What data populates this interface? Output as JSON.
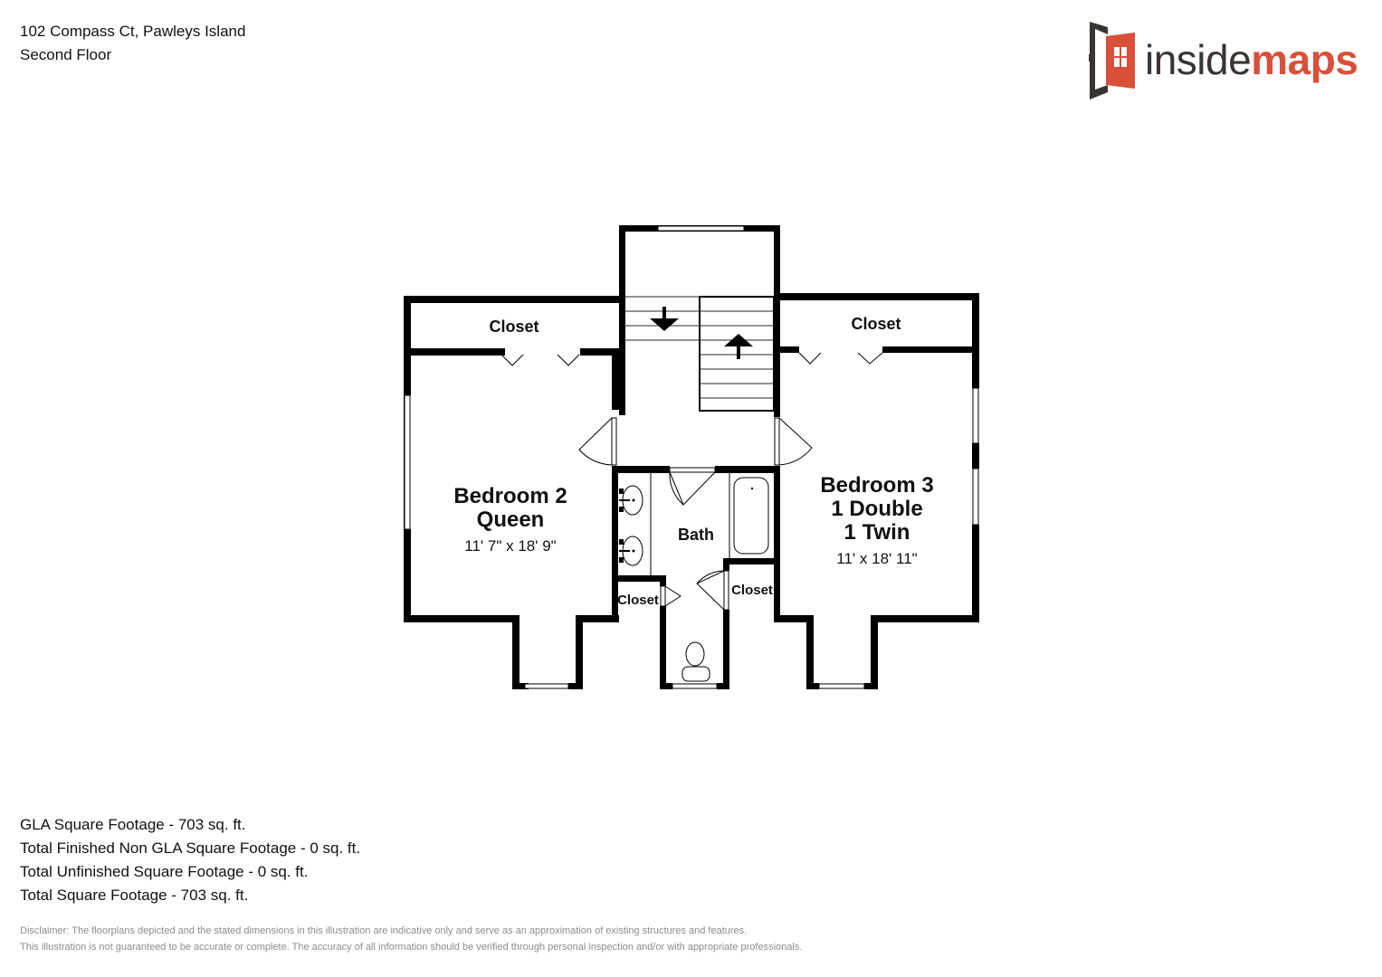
{
  "header": {
    "address": "102 Compass Ct, Pawleys Island",
    "floor": "Second Floor"
  },
  "logo": {
    "part1": "inside",
    "part2": "maps",
    "colors": {
      "dark": "#3a3533",
      "accent": "#d9503a"
    }
  },
  "floorplan": {
    "rooms": [
      {
        "name": "Bedroom 2",
        "subtitle": "Queen",
        "dimensions": "11' 7\" x 18' 9\""
      },
      {
        "name": "Bedroom 3",
        "subtitle1": "1 Double",
        "subtitle2": "1 Twin",
        "dimensions": "11' x 18' 11\""
      },
      {
        "name": "Bath"
      }
    ],
    "closets": {
      "bedroom2_closet": "Closet",
      "bedroom3_closet": "Closet",
      "bath_closet_left": "Closet",
      "bath_closet_right": "Closet"
    }
  },
  "stats": {
    "gla": "GLA Square Footage - 703 sq. ft.",
    "non_gla": "Total Finished Non GLA Square Footage - 0 sq. ft.",
    "unfinished": "Total Unfinished Square Footage - 0 sq. ft.",
    "total": "Total Square Footage - 703 sq. ft."
  },
  "disclaimer": {
    "line1": "Disclaimer: The floorplans depicted and the stated dimensions in this illustration are indicative only and serve as an approximation of existing structures and features.",
    "line2": "This illustration is not guaranteed to be accurate or complete. The accuracy of all information should be verified through personal inspection and/or with appropriate professionals."
  }
}
